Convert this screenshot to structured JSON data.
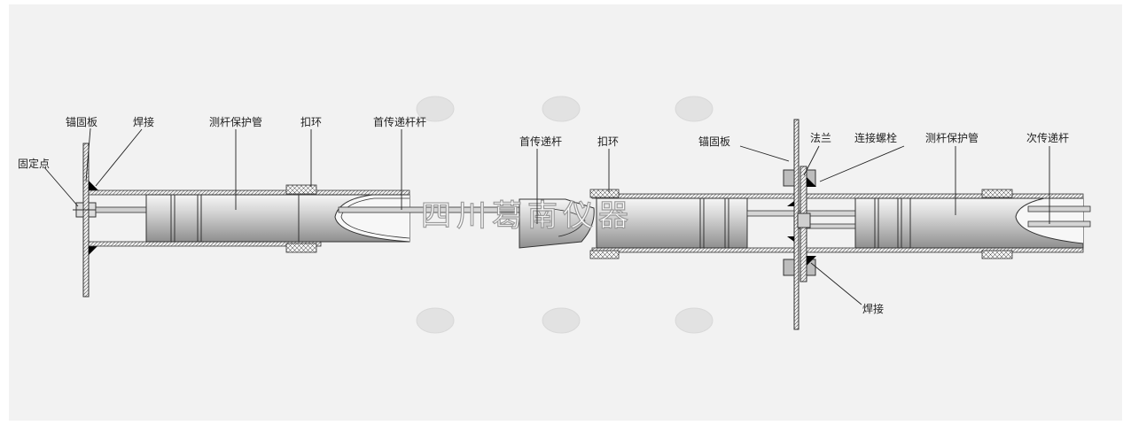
{
  "labels": {
    "fixed_point": "固定点",
    "anchor_plate_left": "锚固板",
    "weld_left": "焊接",
    "rod_tube_left": "测杆保护管",
    "buckle_left": "扣环",
    "first_rod_left": "首传递杆杆",
    "first_rod_mid": "首传递杆",
    "buckle_mid": "扣环",
    "anchor_plate_right": "锚固板",
    "flange": "法兰",
    "connect_bolt": "连接螺栓",
    "rod_tube_right": "测杆保护管",
    "second_rod": "次传递杆",
    "weld_bottom": "焊接"
  },
  "watermark": "四川葛南仪器",
  "colors": {
    "background": "#f2f2f2",
    "line": "#333333",
    "sleeve_fill": "#e8e8e8",
    "body_light": "#e6e6e6",
    "body_dark": "#9a9a9a",
    "weld": "#000000"
  }
}
